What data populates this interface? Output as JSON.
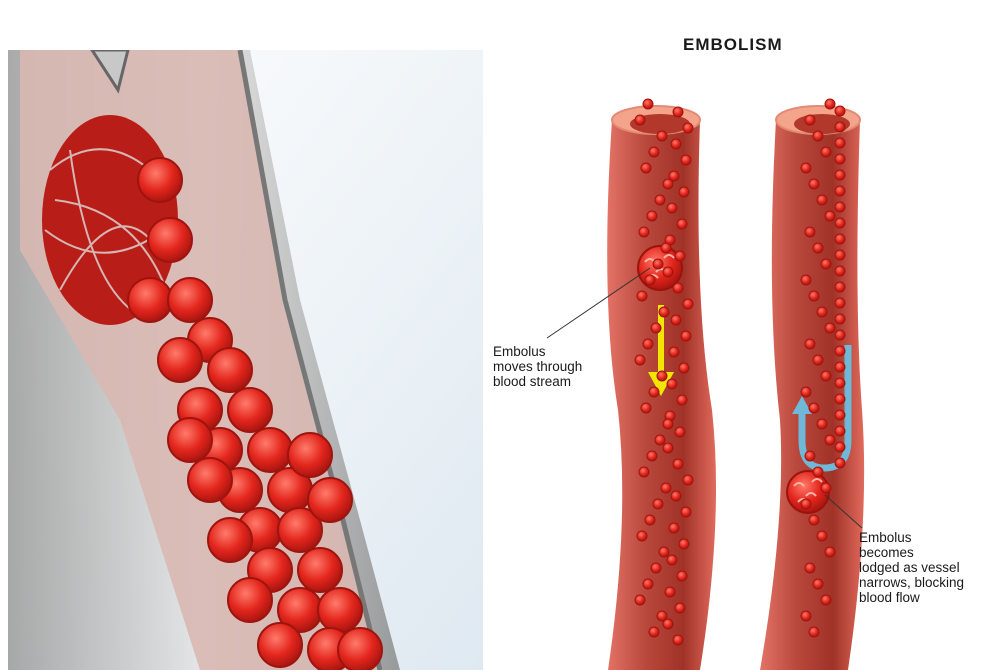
{
  "title": "EMBOLISM",
  "labels": {
    "left": [
      "Embolus",
      "moves through",
      "blood stream"
    ],
    "right": [
      "Embolus",
      "becomes",
      "lodged as vessel",
      "narrows, blocking",
      "blood flow"
    ]
  },
  "colors": {
    "vessel_outer": "#e8736a",
    "vessel_inner": "#b63a2c",
    "blood_cell": "#d9261d",
    "arrow_flow": "#f2e600",
    "arrow_blocked": "#6fb8d8",
    "closeup_bg": "#e6eef4"
  },
  "icons": {
    "flow_arrow": "arrow-down-icon",
    "blocked_arrow": "u-turn-arrow-icon"
  }
}
